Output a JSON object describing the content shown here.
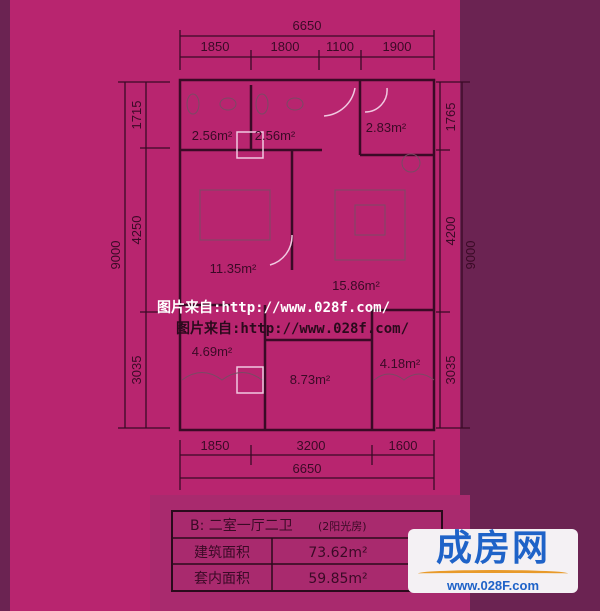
{
  "plan": {
    "dimensions": {
      "top_total": "6650",
      "top_segments": [
        "1850",
        "1800",
        "1100",
        "1900"
      ],
      "left_total": "9000",
      "left_segments": [
        "1715",
        "4250",
        "3035"
      ],
      "right_total": "9000",
      "right_segments": [
        "1765",
        "4200",
        "3035"
      ],
      "bottom_segments": [
        "1850",
        "3200",
        "1600"
      ],
      "bottom_total": "6650"
    },
    "room_areas": [
      "2.56m²",
      "2.56m²",
      "2.83m²",
      "11.35m²",
      "15.86m²",
      "4.69m²",
      "8.73m²",
      "4.18m²"
    ]
  },
  "watermarks": {
    "line1": "图片来自:http://www.028f.com/",
    "line2": "图片来自:http://www.028f.com/"
  },
  "info_table": {
    "title": "B: 二室一厅二卫",
    "title_note": "(2阳光房)",
    "rows": [
      {
        "label": "建筑面积",
        "value": "73.62m²"
      },
      {
        "label": "套内面积",
        "value": "59.85m²"
      }
    ]
  },
  "logo": {
    "name": "成房网",
    "url": "www.028F.com"
  },
  "colors": {
    "background": "#b8256f",
    "line": "#3a0a26",
    "logo_blue": "#1f63c8"
  }
}
